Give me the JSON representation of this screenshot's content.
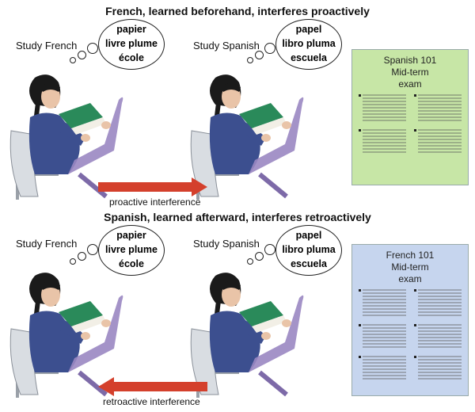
{
  "rows": [
    {
      "title": "French, learned beforehand, interferes proactively",
      "studies": [
        {
          "label": "Study French",
          "words": [
            "papier",
            "livre  plume",
            "école"
          ]
        },
        {
          "label": "Study Spanish",
          "words": [
            "papel",
            "libro  pluma",
            "escuela"
          ]
        }
      ],
      "arrow_label": "proactive interference",
      "arrow_direction": "right",
      "exam": {
        "lines": [
          "Spanish 101",
          "Mid-term",
          "exam"
        ],
        "color": "#c7e6a6"
      }
    },
    {
      "title": "Spanish, learned afterward, interferes retroactively",
      "studies": [
        {
          "label": "Study French",
          "words": [
            "papier",
            "livre  plume",
            "école"
          ]
        },
        {
          "label": "Study Spanish",
          "words": [
            "papel",
            "libro  pluma",
            "escuela"
          ]
        }
      ],
      "arrow_label": "retroactive interference",
      "arrow_direction": "left",
      "exam": {
        "lines": [
          "French 101",
          "Mid-term",
          "exam"
        ],
        "color": "#c6d5ee"
      }
    }
  ],
  "colors": {
    "arrow": "#d4402c",
    "sweater": "#3c4f8f",
    "book_cover": "#2a8a5a",
    "skirt": "#9a87c2",
    "hair": "#1a1a1a",
    "skin": "#e9c4a8"
  }
}
